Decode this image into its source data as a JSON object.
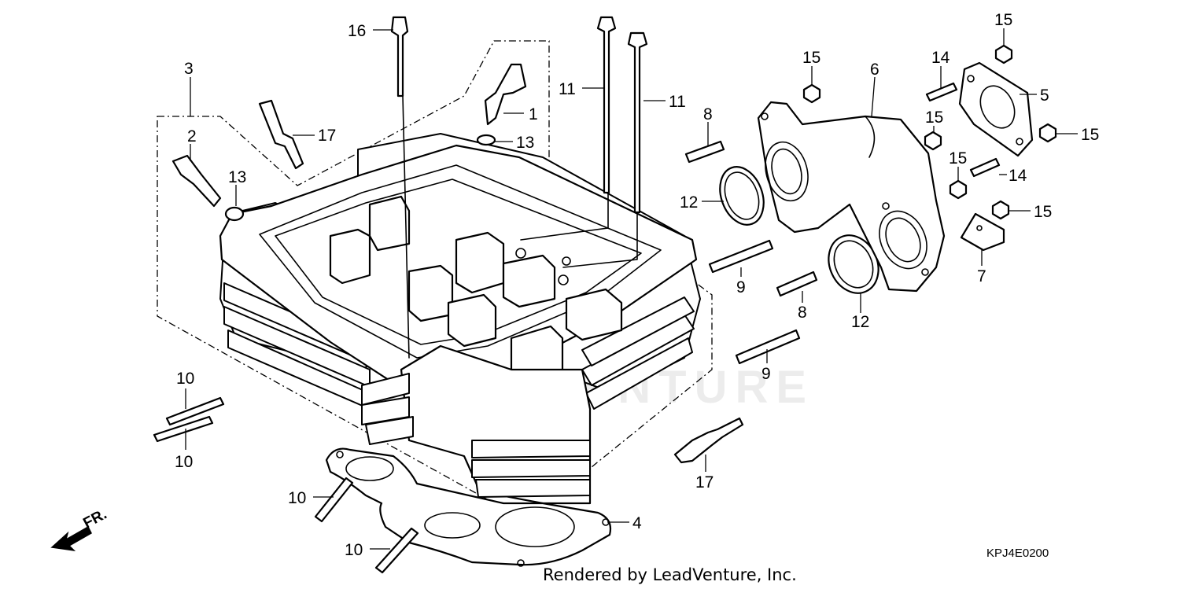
{
  "callouts": {
    "n1": "1",
    "n2": "2",
    "n3": "3",
    "n4": "4",
    "n5": "5",
    "n6": "6",
    "n7": "7",
    "n8a": "8",
    "n8b": "8",
    "n9a": "9",
    "n9b": "9",
    "n10a": "10",
    "n10b": "10",
    "n10c": "10",
    "n10d": "10",
    "n11a": "11",
    "n11b": "11",
    "n12a": "12",
    "n12b": "12",
    "n13a": "13",
    "n13b": "13",
    "n14a": "14",
    "n14b": "14",
    "n15a": "15",
    "n15b": "15",
    "n15c": "15",
    "n15d": "15",
    "n15e": "15",
    "n15f": "15",
    "n16": "16",
    "n17a": "17",
    "n17b": "17"
  },
  "front_arrow": "FR.",
  "diagram_code": "KPJ4E0200",
  "credit": "Rendered by LeadVenture, Inc.",
  "watermark": "LEADVENTURE",
  "icons": [
    "front-direction-arrow-icon"
  ]
}
